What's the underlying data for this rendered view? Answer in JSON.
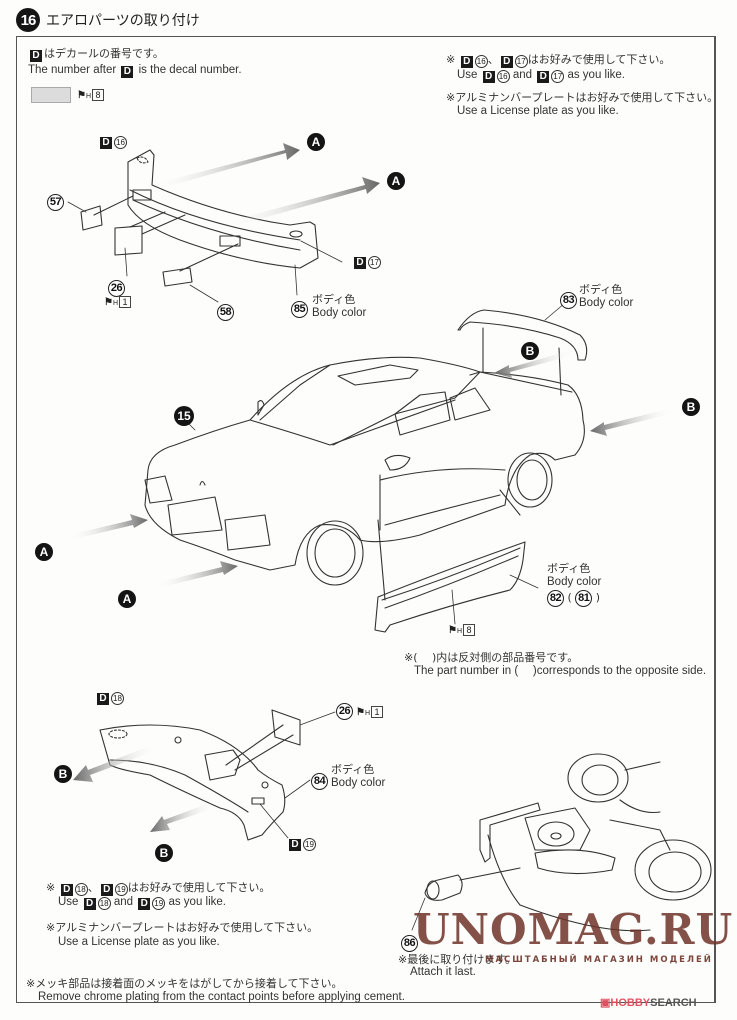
{
  "step": {
    "number": "16",
    "title_jp": "エアロパーツの取り付け"
  },
  "decal_note": {
    "jp_suffix": "はデカールの番号です。",
    "en_prefix": "The number after",
    "en_suffix": "is the decal number.",
    "decal_marker": "D"
  },
  "color_ref": {
    "paint_code": "H",
    "paint_num": "8"
  },
  "top_right_notes": {
    "note1_jp_prefix": "※",
    "note1_jp_a": "16",
    "note1_jp_sep": "、",
    "note1_jp_b": "17",
    "note1_jp_suffix": "はお好みで使用して下さい。",
    "note1_en_use": "Use",
    "note1_en_and": "and",
    "note1_en_suffix": "as you like.",
    "note2_jp": "※アルミナンバープレートはお好みで使用して下さい。",
    "note2_en": "Use a License plate as you like."
  },
  "front_bumper": {
    "decal_a": "16",
    "decal_b": "17",
    "part_57": "57",
    "part_26": "26",
    "part_26_paint": "1",
    "part_58": "58",
    "part_85": "85",
    "body_color_jp": "ボディ色",
    "body_color_en": "Body color",
    "arrow_label": "A"
  },
  "car": {
    "body_part": "15",
    "arrow_a": "A",
    "arrow_b": "B"
  },
  "rear_spoiler": {
    "part": "83",
    "body_color_jp": "ボディ色",
    "body_color_en": "Body color"
  },
  "side_skirt": {
    "part": "82",
    "part_opposite": "81",
    "paint_num": "8",
    "body_color_jp": "ボディ色",
    "body_color_en": "Body color",
    "note_jp": "※(　 )内は反対側の部品番号です。",
    "note_en": "The part number in (　 )corresponds to the opposite side."
  },
  "rear_bumper": {
    "decal_a": "18",
    "decal_b": "19",
    "plate_part": "26",
    "plate_paint": "1",
    "part": "84",
    "body_color_jp": "ボディ色",
    "body_color_en": "Body color",
    "arrow_label": "B"
  },
  "bottom_notes": {
    "note1_jp_prefix": "※",
    "note1_jp_a": "18",
    "note1_jp_b": "19",
    "note1_jp_suffix": "はお好みで使用して下さい。",
    "note1_en_use": "Use",
    "note1_en_and": "and",
    "note1_en_suffix": "as you like.",
    "note2_jp": "※アルミナンバープレートはお好みで使用して下さい。",
    "note2_en": "Use a License plate as you like.",
    "chrome_jp": "※メッキ部品は接着面のメッキをはがしてから接着して下さい。",
    "chrome_en": "Remove chrome plating from the contact points before applying cement."
  },
  "engine_detail": {
    "part": "86",
    "note_jp": "※最後に取り付けます。",
    "note_en": "Attach it last."
  },
  "watermark": {
    "main": "UNOMAG.RU",
    "sub": "МАСШТАБНЫЙ МАГАЗИН МОДЕЛЕЙ"
  },
  "source_logo": {
    "prefix": "HOBBY",
    "suffix": "SEARCH"
  }
}
